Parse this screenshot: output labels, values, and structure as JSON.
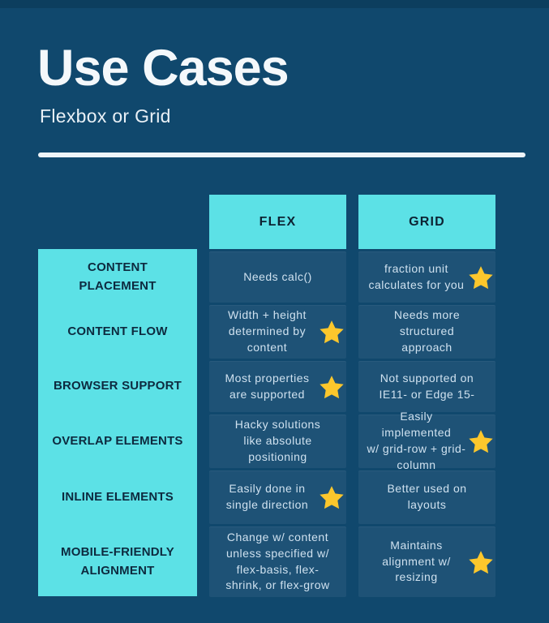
{
  "chart_data": {
    "type": "table",
    "title": "Use Cases",
    "subtitle": "Flexbox or Grid",
    "columns": [
      "FLEX",
      "GRID"
    ],
    "star_meaning": "recommended option marker",
    "rows": [
      {
        "header": "CONTENT\nPLACEMENT",
        "flex": {
          "text": "Needs calc()",
          "star": false
        },
        "grid": {
          "text": "fraction unit\ncalculates for you",
          "star": true
        }
      },
      {
        "header": "CONTENT FLOW",
        "flex": {
          "text": "Width + height\ndetermined by\ncontent",
          "star": true
        },
        "grid": {
          "text": "Needs more\nstructured\napproach",
          "star": false
        }
      },
      {
        "header": "BROWSER SUPPORT",
        "flex": {
          "text": "Most properties\nare supported",
          "star": true
        },
        "grid": {
          "text": "Not supported on\nIE11- or Edge 15-",
          "star": false
        }
      },
      {
        "header": "OVERLAP ELEMENTS",
        "flex": {
          "text": "Hacky solutions\nlike absolute\npositioning",
          "star": false
        },
        "grid": {
          "text": "Easily implemented\nw/ grid-row + grid-\ncolumn",
          "star": true
        }
      },
      {
        "header": "INLINE ELEMENTS",
        "flex": {
          "text": "Easily done in\nsingle direction",
          "star": true
        },
        "grid": {
          "text": "Better used on\nlayouts",
          "star": false
        }
      },
      {
        "header": "MOBILE-FRIENDLY\nALIGNMENT",
        "flex": {
          "text": "Change w/ content\nunless specified w/\nflex-basis, flex-\nshrink, or flex-grow",
          "star": false
        },
        "grid": {
          "text": "Maintains\nalignment w/\nresizing",
          "star": true
        }
      }
    ]
  },
  "colors": {
    "background": "#10486d",
    "top_band": "#0c3e5e",
    "accent_cyan": "#5ce1e6",
    "cell_blue": "#1e5276",
    "star_yellow": "#fcc72c",
    "cell_text": "#cfe1ef",
    "dark_text": "#0d2a3f",
    "white": "#f4f8fb"
  }
}
